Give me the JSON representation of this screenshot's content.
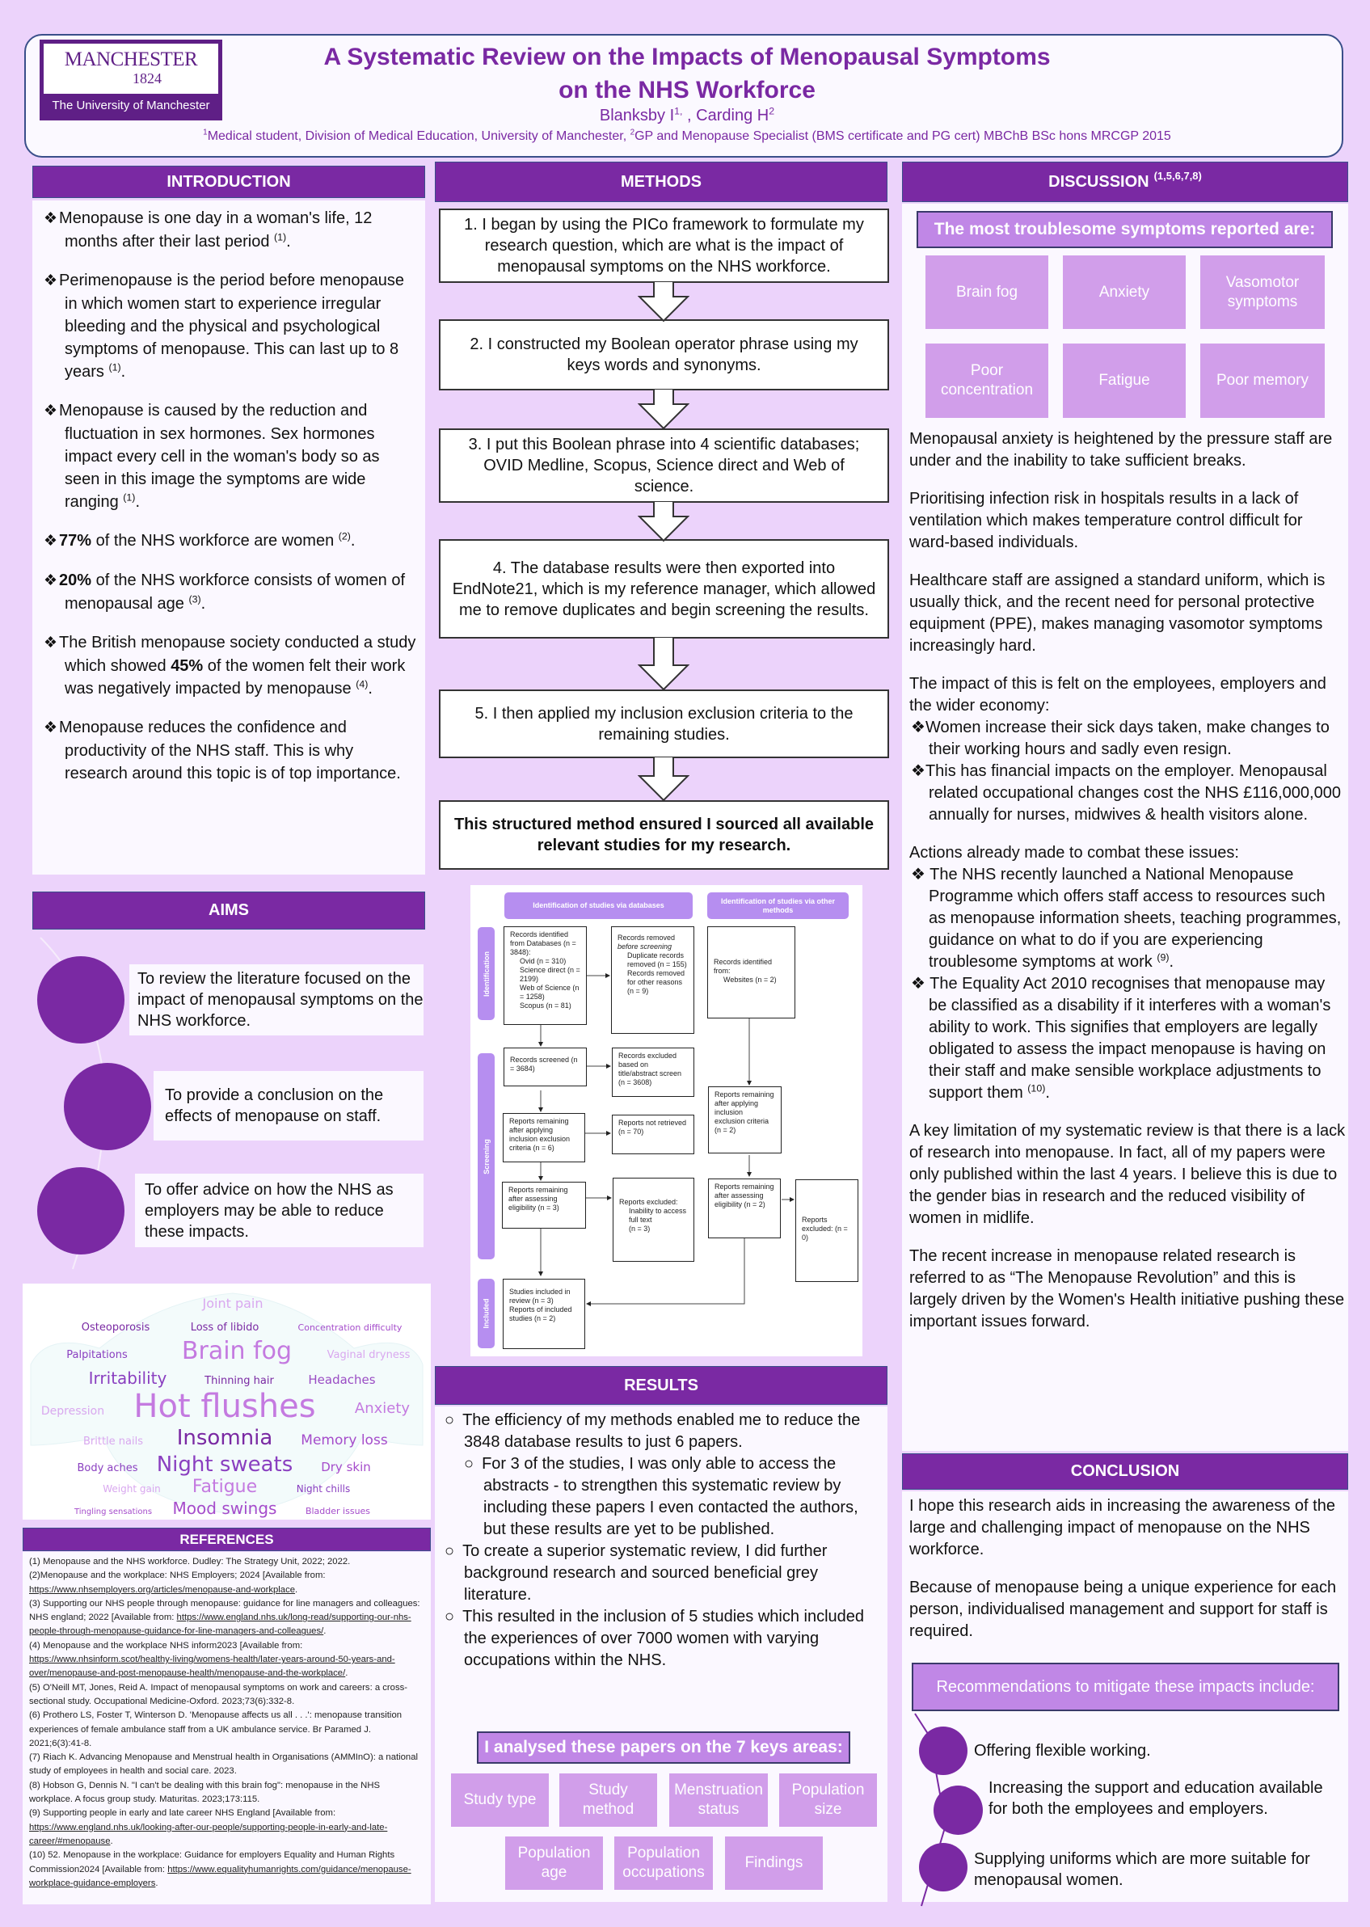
{
  "header": {
    "logo": {
      "name": "MANCHESTER",
      "year": "1824",
      "university": "The University of Manchester"
    },
    "title_line1": "A Systematic Review on the Impacts of Menopausal Symptoms",
    "title_line2": "on the NHS Workforce",
    "author1": "Blanksby I",
    "author1_sup": "1,",
    "author_sep": " , Carding H",
    "author2_sup": "2",
    "affil_sup1": "1",
    "affil1": "Medical student, Division of Medical Education, University of Manchester, ",
    "affil_sup2": "2",
    "affil2": "GP and Menopause Specialist (BMS certificate and PG cert) MBChB BSc hons MRCGP 2015"
  },
  "introduction": {
    "heading": "INTRODUCTION",
    "bullet": "❖",
    "items": [
      {
        "pre": "Menopause is one day in a woman's life, 12 months after their last period ",
        "bold": "",
        "post": "",
        "ref": "(1)",
        "end": "."
      },
      {
        "pre": "Perimenopause is the period before menopause in which women start to experience irregular bleeding and the physical and psychological symptoms of menopause. This can last up to 8 years ",
        "bold": "",
        "post": "",
        "ref": "(1)",
        "end": "."
      },
      {
        "pre": "Menopause is caused by the reduction and fluctuation in sex hormones. Sex hormones impact every cell in the woman's body so as seen in this image the symptoms are wide ranging ",
        "bold": "",
        "post": "",
        "ref": "(1)",
        "end": "."
      },
      {
        "pre": "",
        "bold": "77%",
        "post": " of the NHS workforce are women ",
        "ref": "(2)",
        "end": "."
      },
      {
        "pre": "",
        "bold": "20%",
        "post": " of the NHS workforce consists of women of menopausal age ",
        "ref": "(3)",
        "end": "."
      },
      {
        "pre": "The British menopause society conducted a study which showed ",
        "bold": "45%",
        "post": " of the women felt their work was negatively impacted by menopause ",
        "ref": "(4)",
        "end": "."
      },
      {
        "pre": "Menopause reduces the confidence and productivity of the NHS staff. This is why research around this topic is of top importance.",
        "bold": "",
        "post": "",
        "ref": "",
        "end": ""
      }
    ]
  },
  "aims": {
    "heading": "AIMS",
    "items": [
      "To review the literature focused on the impact of menopausal symptoms on the NHS workforce.",
      "To provide a conclusion on the effects of menopause on staff.",
      "To offer advice on how the NHS as employers may be able to reduce these impacts."
    ]
  },
  "word_cloud": {
    "words": [
      "Hot flushes",
      "Night sweats",
      "Insomnia",
      "Brain fog",
      "Mood swings",
      "Anxiety",
      "Fatigue",
      "Irritability",
      "Memory loss",
      "Depression",
      "Headaches",
      "Palpitations",
      "Loss of libido",
      "Joint pain",
      "Body aches",
      "Dry skin",
      "Brittle nails",
      "Thinning hair",
      "Vaginal dryness",
      "Osteoporosis",
      "Weight gain",
      "Concentration difficulty",
      "Bladder issues",
      "Night chills",
      "Tingling sensations"
    ]
  },
  "references": {
    "heading": "REFERENCES",
    "items": [
      {
        "text": "(1) Menopause and the NHS workforce. Dudley: The Strategy Unit, 2022; 2022.",
        "link": ""
      },
      {
        "text": "(2)Menopause and the workplace: NHS Employers; 2024 [Available from: ",
        "link": "https://www.nhsemployers.org/articles/menopause-and-workplace"
      },
      {
        "text": "(3) Supporting our NHS people through menopause: guidance for line managers and colleagues: NHS england; 2022 [Available from: ",
        "link": "https://www.england.nhs.uk/long-read/supporting-our-nhs-people-through-menopause-guidance-for-line-managers-and-colleagues/"
      },
      {
        "text": "(4) Menopause and the workplace NHS inform2023 [Available from: ",
        "link": "https://www.nhsinform.scot/healthy-living/womens-health/later-years-around-50-years-and-over/menopause-and-post-menopause-health/menopause-and-the-workplace/"
      },
      {
        "text": "(5) O'Neill MT, Jones, Reid A. Impact of menopausal symptoms on work and careers: a cross-sectional study. Occupational Medicine-Oxford. 2023;73(6):332-8.",
        "link": ""
      },
      {
        "text": "(6) Prothero LS, Foster T, Winterson D. 'Menopause affects us all . . .': menopause transition experiences of female ambulance staff from a UK ambulance service. Br Paramed J. 2021;6(3):41-8.",
        "link": ""
      },
      {
        "text": "(7) Riach K. Advancing Menopause and Menstrual health in Organisations (AMMInO): a national study of employees in health and social care. 2023.",
        "link": ""
      },
      {
        "text": "(8) Hobson G, Dennis N. \"I can't be dealing with this brain fog\": menopause in the NHS workplace. A focus group study. Maturitas. 2023;173:115.",
        "link": ""
      },
      {
        "text": "(9) Supporting people in early and late career NHS England [Available from: ",
        "link": "https://www.england.nhs.uk/looking-after-our-people/supporting-people-in-early-and-late-career/#menopause"
      },
      {
        "text": "(10) 52.          Menopause in the workplace: Guidance for employers Equality and Human Rights Commission2024 [Available from: ",
        "link": "https://www.equalityhumanrights.com/guidance/menopause-workplace-guidance-employers"
      }
    ]
  },
  "methods": {
    "heading": "METHODS",
    "steps": [
      "1. I began by using the PICo framework to formulate my research question, which are what is the impact of menopausal symptoms on the NHS workforce.",
      "2. I constructed my Boolean operator phrase using my keys words and synonyms.",
      "3. I put this Boolean phrase into 4 scientific databases; OVID Medline, Scopus, Science direct and Web of science.",
      "4. The database results were then exported into EndNote21, which is my reference manager, which allowed me to remove duplicates and begin screening the results.",
      "5. I then applied my inclusion exclusion criteria to the remaining studies."
    ],
    "summary": "This structured method ensured I sourced all available relevant studies for my research."
  },
  "prisma": {
    "header_db": "Identification of studies via databases",
    "header_other": "Identification of studies via other methods",
    "stage_identification": "Identification",
    "stage_screening": "Screening",
    "stage_included": "Included",
    "identified": {
      "title": "Records identified from Databases (n = 3848):",
      "lines": [
        "Ovid (n = 310)",
        "Science direct (n = 2199)",
        "Web of Science (n = 1258)",
        "Scopus (n = 81)"
      ]
    },
    "removed": {
      "title": "Records removed",
      "italic": "before screening",
      "colon": ":",
      "lines": [
        "Duplicate records removed (n = 155)",
        "Records removed for other reasons (n = 9)"
      ]
    },
    "websites": {
      "title": "Records identified from:",
      "line": "Websites (n = 2)"
    },
    "screened": "Records screened (n = 3684)",
    "excluded_title": "Records excluded based on title/abstract screen (n = 3608)",
    "remaining_inclusion": "Reports remaining after applying inclusion exclusion criteria (n = 6)",
    "not_retrieved": "Reports not retrieved (n = 70)",
    "remaining_eligibility": "Reports remaining after assessing eligibility (n = 3)",
    "excluded_reports": {
      "title": "Reports excluded:",
      "lines": [
        "Inability to access full text",
        "(n = 3)"
      ]
    },
    "other_remaining_inclusion": "Reports remaining after applying inclusion exclusion criteria (n = 2)",
    "other_remaining_eligibility": "Reports remaining after assessing eligibility (n = 2)",
    "other_excluded": "Reports excluded: (n = 0)",
    "included": {
      "line1": "Studies included in review (n = 3)",
      "line2": "Reports of included studies (n = 2)"
    }
  },
  "results": {
    "heading": "RESULTS",
    "bullet": "○",
    "items": [
      {
        "text": "The efficiency of my methods enabled me to reduce the 3848 database results to just 6 papers.",
        "sub": false
      },
      {
        "text": "For 3 of the studies, I was only able to access the abstracts - to strengthen this systematic review by including these papers I even contacted the authors, but these results are yet to be published.",
        "sub": true
      },
      {
        "text": "To create a superior systematic review, I did further background research and sourced beneficial grey literature.",
        "sub": false
      },
      {
        "text": "This resulted in the inclusion of 5 studies which included the experiences of over 7000 women with varying occupations within the NHS.",
        "sub": false
      }
    ],
    "key_areas_title": "I analysed these papers on the 7 keys areas:",
    "key_areas": [
      "Study type",
      "Study method",
      "Menstruation status",
      "Population size",
      "Population age",
      "Population occupations",
      "Findings"
    ]
  },
  "discussion": {
    "heading": "DISCUSSION",
    "heading_refs": "(1,5,6,7,8)",
    "symptoms_title": "The most troublesome symptoms reported are:",
    "symptoms": [
      "Brain fog",
      "Anxiety",
      "Vasomotor symptoms",
      "Poor concentration",
      "Fatigue",
      "Poor memory"
    ],
    "p1": "Menopausal anxiety is heightened by the pressure staff are under and the inability to take sufficient breaks.",
    "p2": "Prioritising infection risk in hospitals results in a lack of ventilation which makes temperature control difficult for ward-based individuals.",
    "p3": "Healthcare staff are assigned a standard uniform, which is usually thick, and the recent need for personal protective equipment (PPE), makes managing vasomotor symptoms increasingly hard.",
    "p4_intro": "The impact of this is felt on the employees, employers and the wider economy:",
    "p4_items": [
      "Women increase their sick days taken, make changes to their working hours and sadly even resign.",
      "This has financial impacts on the employer. Menopausal related occupational changes cost the NHS £116,000,000 annually for nurses, midwives & health visitors alone."
    ],
    "p5_intro": "Actions already made to combat these issues:",
    "p5_items": [
      {
        "text": "The NHS recently launched a National Menopause Programme which offers staff access to resources such as menopause information sheets, teaching programmes, guidance on what to do if you are experiencing troublesome symptoms at work",
        "ref": "(9)",
        "end": "."
      },
      {
        "text": "The Equality Act 2010 recognises that menopause may be classified as a disability if it interferes with a woman's ability to work. This signifies that employers are legally obligated to assess the impact menopause is having on their staff and make sensible workplace adjustments to support them",
        "ref": "(10)",
        "end": "."
      }
    ],
    "p6": "A key limitation of my systematic review is that there is a lack of research into menopause. In fact, all of my papers were only published within the last 4 years. I believe this is due to the gender bias in research and the reduced visibility of women in midlife.",
    "p7": "The recent increase in menopause related research is referred to as “The Menopause Revolution” and this is largely driven by the Women's Health initiative pushing these important issues forward."
  },
  "conclusion": {
    "heading": "CONCLUSION",
    "p1": "I hope this research aids in increasing the awareness of the large and challenging impact of menopause on the NHS workforce.",
    "p2": "Because of menopause being a unique experience for each person, individualised management and support for staff is required.",
    "rec_title": "Recommendations to mitigate these impacts include:",
    "recommendations": [
      "Offering flexible working.",
      "Increasing the support and education available for both the employees and employers.",
      "Supplying uniforms which are more suitable for menopausal women."
    ]
  },
  "colors": {
    "purple": "#7a29a3",
    "lilac_tile": "#d19eea",
    "banner": "#c087e6",
    "background": "#ecd3fb"
  }
}
